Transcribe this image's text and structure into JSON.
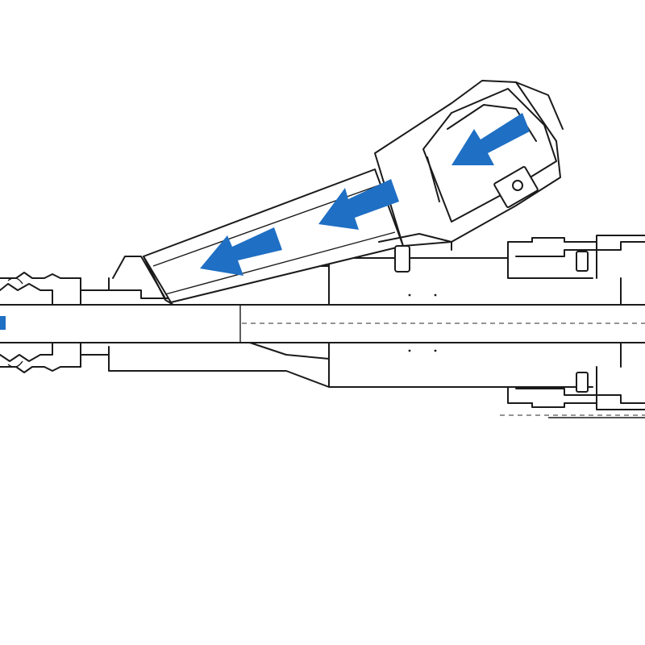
{
  "diagram": {
    "subject": "y-strainer-cross-section",
    "flow_direction": "right-to-left",
    "line_color": "#1a1a1a",
    "background_color": "#ffffff",
    "arrow_color": "#1f6fc4",
    "arrow_icon": "flow-arrow-icon",
    "arrow_count": 5
  }
}
